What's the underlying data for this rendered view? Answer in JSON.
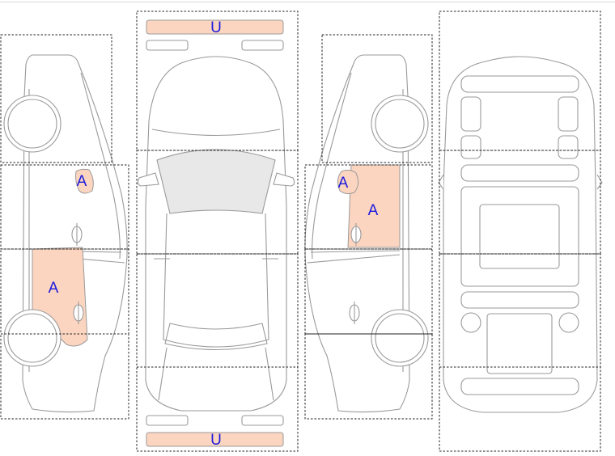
{
  "damage_marks": {
    "front_bumper": "U",
    "rear_bumper": "U",
    "left_side_small": "A",
    "left_side_door": "A",
    "right_side_small": "A",
    "right_side_door": "A"
  },
  "colors": {
    "damage_fill": "#fcd5c0",
    "label": "#1a1adc",
    "outline": "#9a9a9a"
  }
}
